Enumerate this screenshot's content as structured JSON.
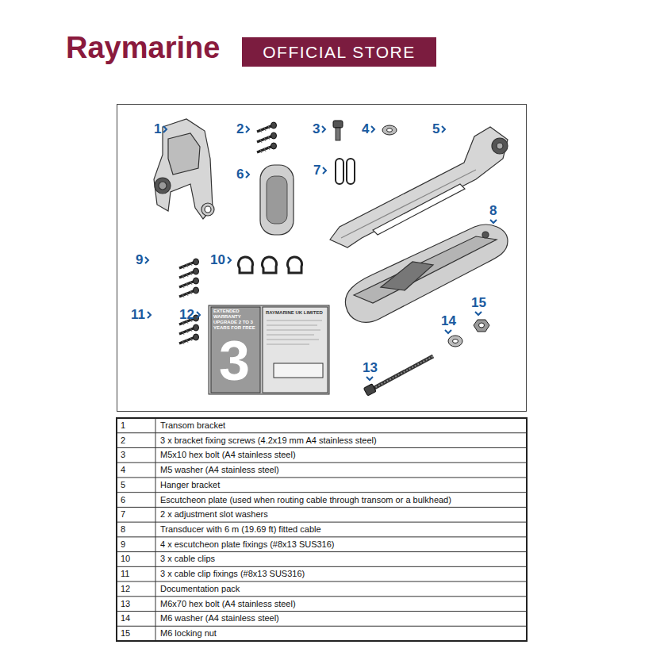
{
  "diagram": {
    "nodes": [
      {
        "text": [
          "OFFICIAL STORE"
        ]
      }
    ],
    "labels": [
      "Raymarine",
      "1",
      "2",
      "3",
      "4",
      "5",
      "6",
      "7",
      "8",
      "9",
      "10",
      "11",
      "12",
      "13",
      "14",
      "15",
      "EXTENDED WARRANTY UPGRADE 2 TO 3 YEARS FOR FREE",
      "RAYMARINE UK LIMITED",
      "3",
      "1",
      "Transom bracket",
      "2",
      "3 x bracket fixing screws (4.2x19 mm A4 stainless steel)",
      "3",
      "M5x10 hex bolt (A4 stainless steel)",
      "4",
      "M5 washer (A4 stainless steel)",
      "5",
      "Hanger bracket",
      "6",
      "Escutcheon plate (used when routing cable through transom or a bulkhead)",
      "7",
      "2 x adjustment slot washers",
      "8",
      "Transducer with 6 m (19.69 ft) fitted cable",
      "9",
      "4 x escutcheon plate fixings (#8x13 SUS316)",
      "10",
      "3 x cable clips",
      "11",
      "3 x cable clip fixings (#8x13 SUS316)",
      "12",
      "Documentation pack",
      "13",
      "M6x70 hex bolt (A4 stainless steel)",
      "14",
      "M6 washer (A4 stainless steel)",
      "15",
      "M6 locking nut"
    ]
  }
}
